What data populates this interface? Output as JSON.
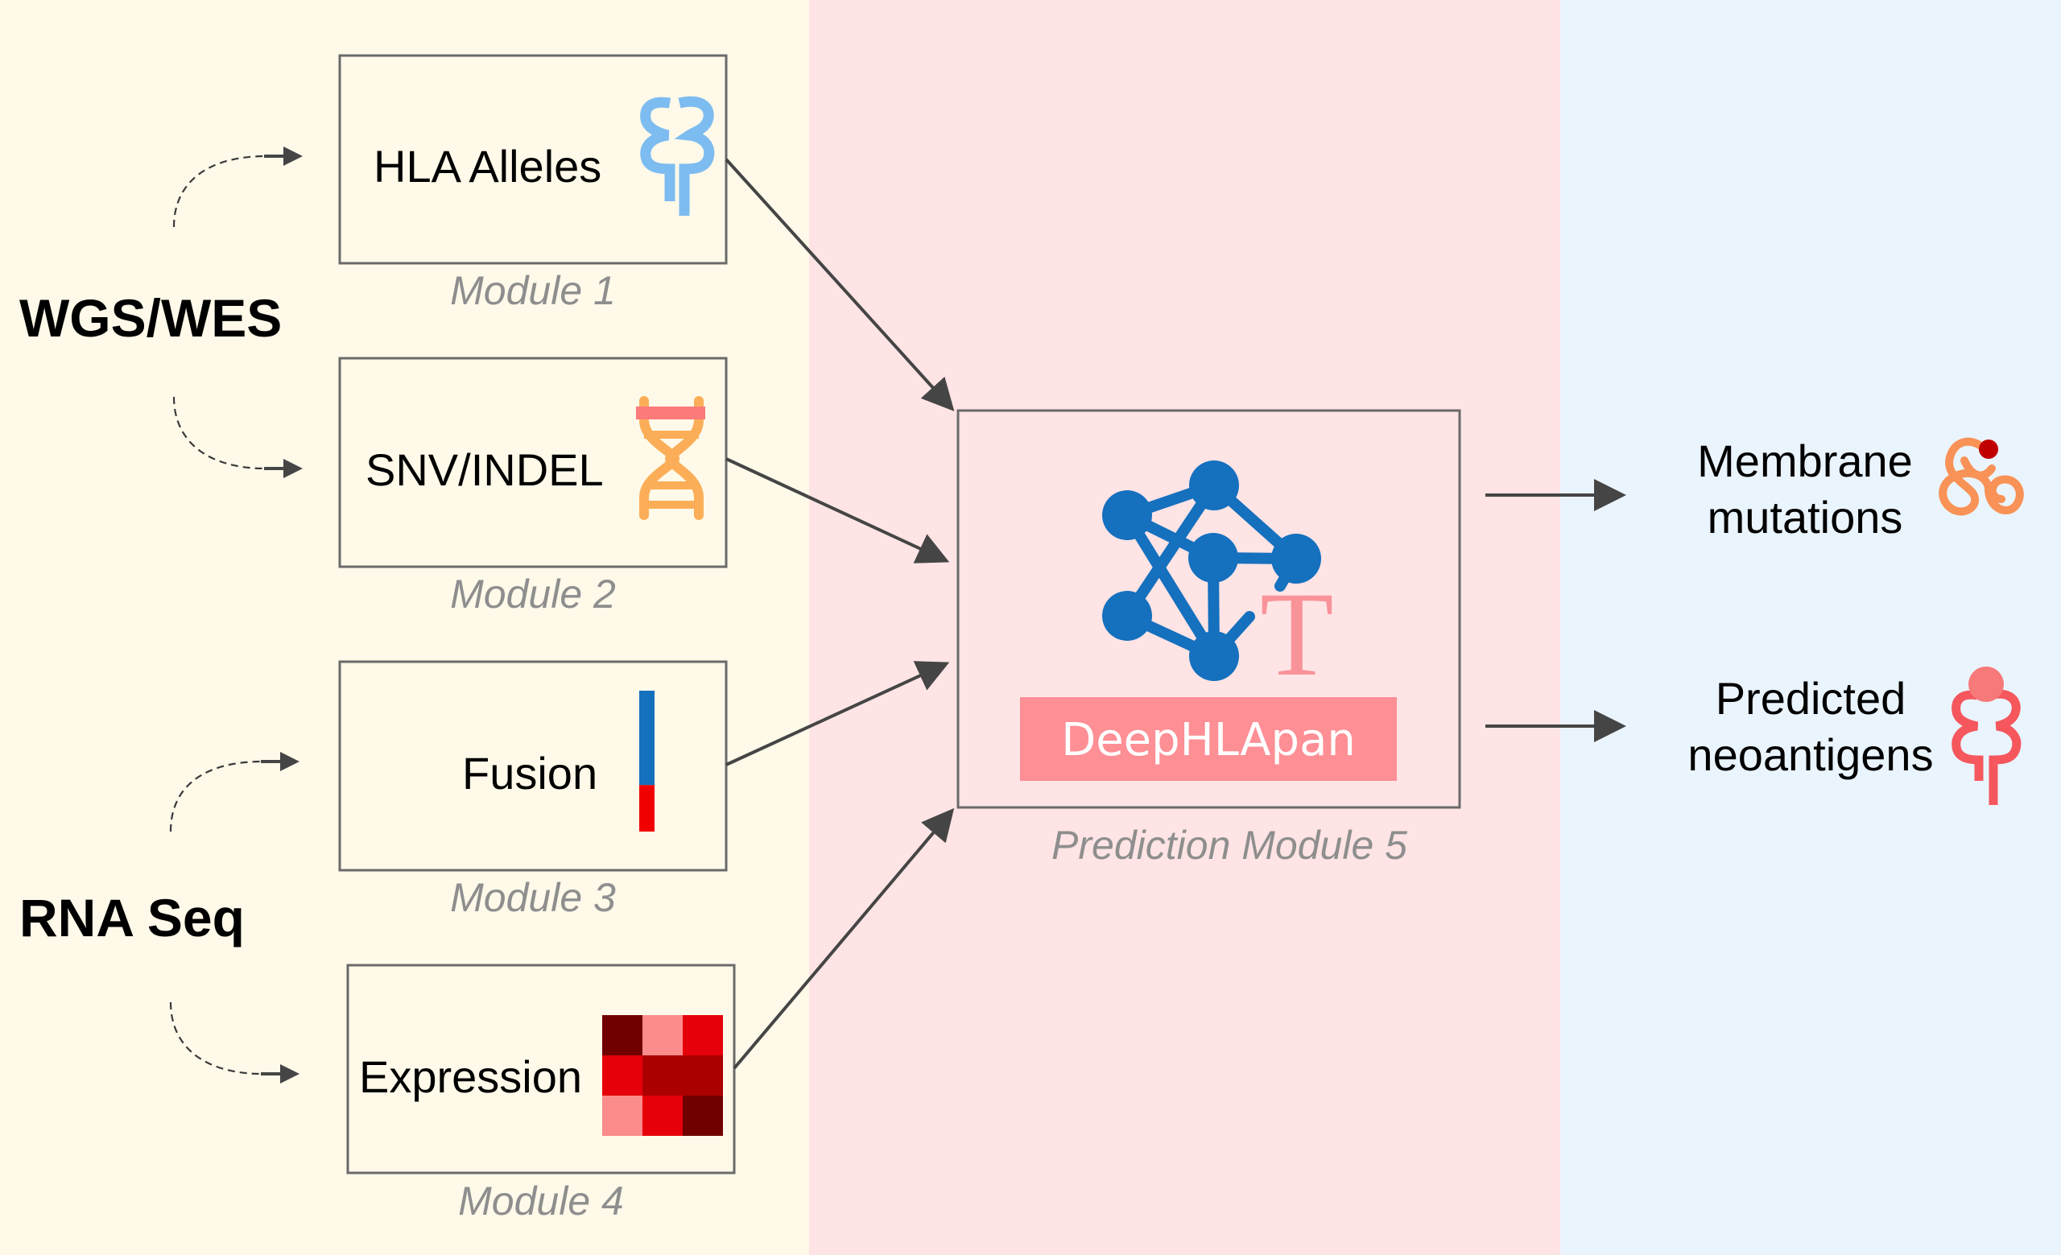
{
  "panels": {
    "input": {
      "color": "#fef9e9"
    },
    "prediction": {
      "color": "#ffe4e5"
    },
    "output": {
      "color": "#eaf4fd"
    }
  },
  "sources": [
    {
      "label": "WGS/WES",
      "feeds": [
        "Module 1",
        "Module 2"
      ]
    },
    {
      "label": "RNA Seq",
      "feeds": [
        "Module 3",
        "Module 4"
      ]
    }
  ],
  "modules": [
    {
      "label": "HLA Alleles",
      "caption": "Module 1",
      "icon": "hla-molecule-icon",
      "icon_color": "#7dbcf0"
    },
    {
      "label": "SNV/INDEL",
      "caption": "Module 2",
      "icon": "dna-helix-icon",
      "icon_color": "#fbae57",
      "highlight_color": "#fb7a7a"
    },
    {
      "label": "Fusion",
      "caption": "Module 3",
      "icon": "fusion-bar-icon",
      "segments": [
        {
          "color": "#1570be",
          "fraction": 0.67
        },
        {
          "color": "#f00000",
          "fraction": 0.33
        }
      ]
    },
    {
      "label": "Expression",
      "caption": "Module 4",
      "icon": "heatmap-icon",
      "heatmap": [
        [
          "#700000",
          "#fc8b8b",
          "#e6000a"
        ],
        [
          "#e6000a",
          "#ac0000",
          "#ac0000"
        ],
        [
          "#fc8b8b",
          "#e6000a",
          "#700000"
        ]
      ]
    }
  ],
  "prediction": {
    "banner": "DeepHLApan",
    "caption": "Prediction Module 5",
    "logo_letter": "T",
    "network_color": "#1570be",
    "banner_color": "#fd8f95"
  },
  "outputs": [
    {
      "lines": [
        "Membrane",
        "mutations"
      ],
      "icon": "membrane-protein-icon",
      "icon_color": "#f99256",
      "dot_color": "#c00000"
    },
    {
      "lines": [
        "Predicted",
        "neoantigens"
      ],
      "icon": "neoantigen-hla-icon",
      "icon_color": "#f5575d",
      "dot_color": "#f87979"
    }
  ]
}
